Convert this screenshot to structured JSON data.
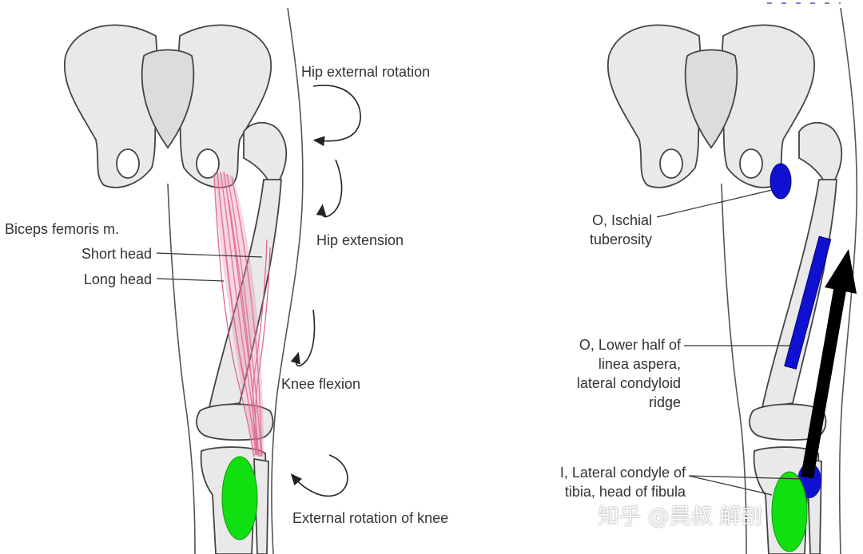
{
  "left_panel": {
    "labels": {
      "hip_external_rotation": "Hip external rotation",
      "hip_extension": "Hip extension",
      "biceps_femoris": "Biceps femoris m.",
      "short_head": "Short head",
      "long_head": "Long head",
      "knee_flexion": "Knee flexion",
      "external_rotation_knee": "External rotation of knee"
    }
  },
  "right_panel": {
    "labels": {
      "origin_ischial": [
        "O, Ischial",
        "tuberosity"
      ],
      "origin_linea": [
        "O, Lower half of",
        "linea aspera,",
        "lateral condyloid",
        "ridge"
      ],
      "insertion": [
        "I, Lateral condyle of",
        "tibia, head of fibula"
      ]
    }
  },
  "watermark": "知乎 @昊叔 解剖",
  "colors": {
    "background": "#ffffff",
    "bone_fill": "#e8e8e8",
    "bone_outline": "#4a4a4a",
    "muscle": "#d9507e",
    "origin_marker": "#1010d0",
    "insertion_marker": "#10e010",
    "action_arrow": "#000000",
    "label_text": "#333333"
  }
}
